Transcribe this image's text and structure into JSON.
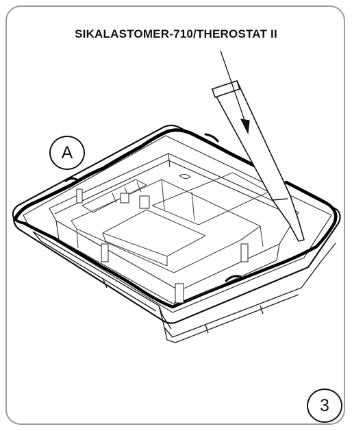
{
  "figure": {
    "product_label": "SIKALASTOMER-710/THEROSTAT II",
    "callout_label": "A",
    "step_number": "3"
  },
  "colors": {
    "ink": "#111111",
    "frame": "#9a9a9a",
    "background": "#ffffff"
  }
}
